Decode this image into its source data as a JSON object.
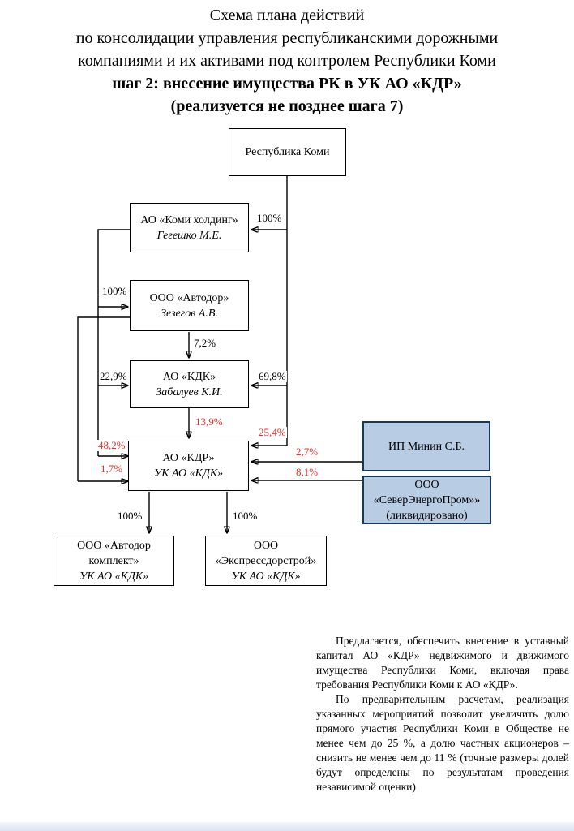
{
  "title": {
    "line1": "Схема плана действий",
    "line2": "по консолидации управления республиканскими дорожными",
    "line3": "компаниями и их активами под контролем Республики Коми",
    "line4": "шаг 2: внесение имущества РК в УК АО «КДР»",
    "line5": "(реализуется не позднее шага 7)"
  },
  "diagram": {
    "nodes": {
      "republic": {
        "name": "Республика Коми"
      },
      "holding": {
        "name": "АО «Коми холдинг»",
        "manager": "Гегешко М.Е."
      },
      "avtodor": {
        "name": "ООО «Автодор»",
        "manager": "Зезегов А.В."
      },
      "kdk": {
        "name": "АО «КДК»",
        "manager": "Забалуев К.И."
      },
      "kdr": {
        "name": "АО «КДР»",
        "manager": "УК АО «КДК»"
      },
      "minin": {
        "name": "ИП Минин С.Б."
      },
      "sep": {
        "name": "ООО «СеверЭнергоПром»»",
        "note": "(ликвидировано)"
      },
      "komplekt": {
        "name": "ООО «Автодор комплект»",
        "manager": "УК АО «КДК»"
      },
      "eds": {
        "name": "ООО «Экспрессдорстрой»",
        "manager": "УК АО «КДК»"
      }
    },
    "edges": [
      {
        "from": "Республика Коми",
        "to": "АО «Коми холдинг»",
        "label": "100%",
        "color": "black"
      },
      {
        "from": "АО «Коми холдинг»",
        "to": "ООО «Автодор»",
        "label": "100%",
        "color": "black"
      },
      {
        "from": "ООО «Автодор»",
        "to": "АО «КДК»",
        "label": "7,2%",
        "color": "black"
      },
      {
        "from": "АО «Коми холдинг»",
        "to": "АО «КДК»",
        "label": "22,9%",
        "color": "black"
      },
      {
        "from": "Республика Коми",
        "to": "АО «КДК»",
        "label": "69,8%",
        "color": "black"
      },
      {
        "from": "АО «КДК»",
        "to": "АО «КДР»",
        "label": "13,9%",
        "color": "red"
      },
      {
        "from": "Республика Коми",
        "to": "АО «КДР»",
        "label": "25,4%",
        "color": "red"
      },
      {
        "from": "АО «Коми холдинг»",
        "to": "АО «КДР»",
        "label": "48,2%",
        "color": "red"
      },
      {
        "from": "ООО «Автодор»",
        "to": "АО «КДР»",
        "label": "1,7%",
        "color": "red"
      },
      {
        "from": "ИП Минин С.Б.",
        "to": "АО «КДР»",
        "label": "2,7%",
        "color": "red"
      },
      {
        "from": "ООО «СеверЭнергоПром»»",
        "to": "АО «КДР»",
        "label": "8,1%",
        "color": "red"
      },
      {
        "from": "АО «КДР»",
        "to": "ООО «Автодор комплект»",
        "label": "100%",
        "color": "black"
      },
      {
        "from": "АО «КДР»",
        "to": "ООО «Экспрессдорстрой»",
        "label": "100%",
        "color": "black"
      }
    ],
    "colors": {
      "highlight_red": "#e8302a",
      "blue_box_fill": "#b8cce4",
      "blue_box_border": "#17375d",
      "line_black": "#000000"
    }
  },
  "notes": {
    "para1": "Предлагается, обеспечить внесение в уставный капитал АО «КДР» недвижимого и движимого имущества Республики Коми, включая права требования Республики Коми к АО «КДР».",
    "para2": "По предварительным расчетам, реализация указанных мероприятий позволит увеличить долю прямого участия Республики Коми в Обществе не менее чем до 25 %, а долю частных акционеров – снизить не менее чем до 11 % (точные размеры долей будут определены по результатам проведения независимой оценки)"
  }
}
